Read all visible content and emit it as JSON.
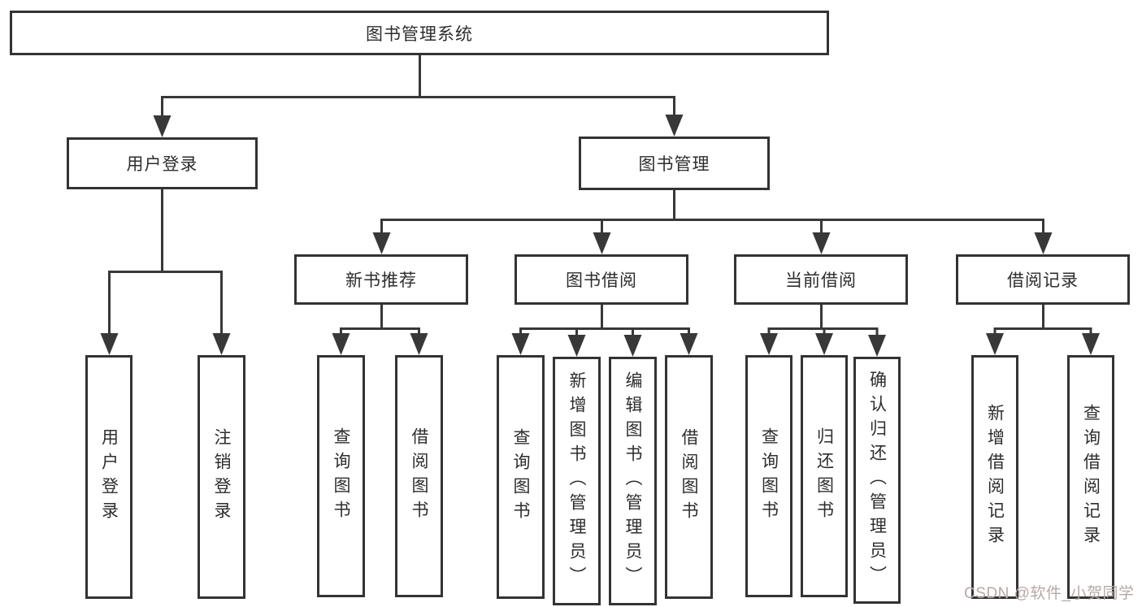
{
  "tree": {
    "label": "图书管理系统",
    "children": [
      {
        "label": "用户登录",
        "children": [
          {
            "label": "用户登录"
          },
          {
            "label": "注销登录"
          }
        ]
      },
      {
        "label": "图书管理",
        "children": [
          {
            "label": "新书推荐",
            "children": [
              {
                "label": "查询图书"
              },
              {
                "label": "借阅图书"
              }
            ]
          },
          {
            "label": "图书借阅",
            "children": [
              {
                "label": "查询图书"
              },
              {
                "label": "新增图书（管理员）"
              },
              {
                "label": "编辑图书（管理员）"
              },
              {
                "label": "借阅图书"
              }
            ]
          },
          {
            "label": "当前借阅",
            "children": [
              {
                "label": "查询图书"
              },
              {
                "label": "归还图书"
              },
              {
                "label": "确认归还（管理员）"
              }
            ]
          },
          {
            "label": "借阅记录",
            "children": [
              {
                "label": "新增借阅记录"
              },
              {
                "label": "查询借阅记录"
              }
            ]
          }
        ]
      }
    ]
  },
  "watermark": {
    "text": "CSDN @软件_小贺同学"
  },
  "colors": {
    "line": "#383838",
    "box_border": "#333333",
    "text": "#2d2d2d",
    "background": "#ffffff",
    "watermark": "#b5a9a7"
  }
}
